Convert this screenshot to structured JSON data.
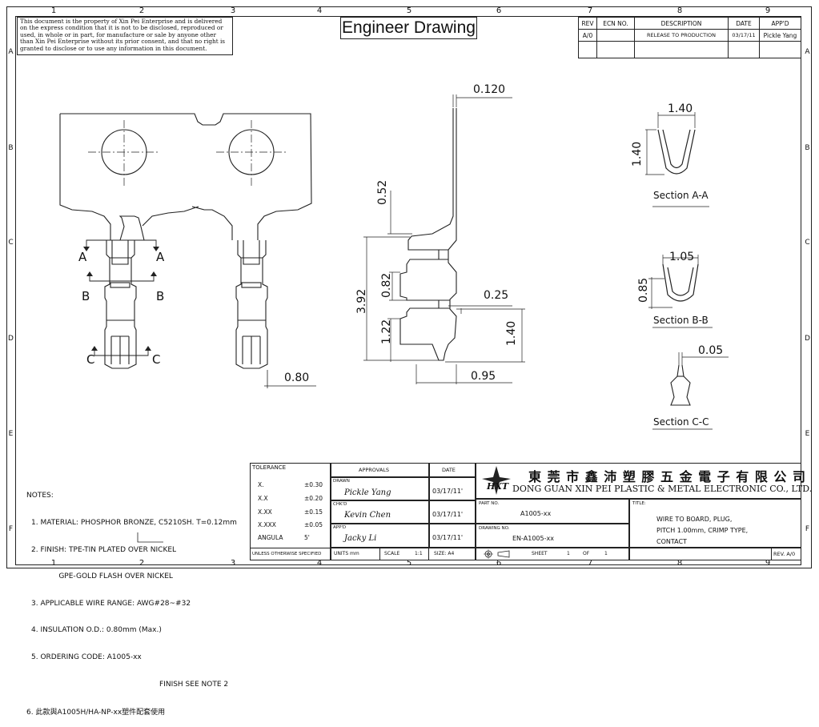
{
  "zones": {
    "columns": [
      "1",
      "2",
      "3",
      "4",
      "5",
      "6",
      "7",
      "8",
      "9"
    ],
    "rows": [
      "A",
      "B",
      "C",
      "D",
      "E",
      "F"
    ]
  },
  "notice_text": "This document is the property of Xin Pei Enterprise and is delivered on the express condition that it is not to be disclosed, reproduced or used, in whole or in part, for manufacture or sale by anyone other than Xin Pei Enterprise without its prior consent, and that no right is granted to disclose or to use any information in this document.",
  "header_title": "Engineer Drawing",
  "revision_table": {
    "headers": [
      "REV",
      "ECN NO.",
      "DESCRIPTION",
      "DATE",
      "APP'D"
    ],
    "rows": [
      [
        "A/0",
        "",
        "RELEASE TO PRODUCTION",
        "03/17/11",
        "Pickle Yang"
      ]
    ]
  },
  "dimensions": {
    "top_thickness": "0.120",
    "side_052": "0.52",
    "side_392": "3.92",
    "side_082": "0.82",
    "side_025": "0.25",
    "side_122": "1.22",
    "side_140": "1.40",
    "side_095": "0.95",
    "front_080": "0.80",
    "sec_a_w": "1.40",
    "sec_a_h": "1.40",
    "sec_b_w": "1.05",
    "sec_b_h": "0.85",
    "sec_c": "0.05"
  },
  "section_marks": {
    "a": "A",
    "b": "B",
    "c": "C"
  },
  "section_titles": {
    "a": "Section A-A",
    "b": "Section B-B",
    "c": "Section C-C"
  },
  "notes": {
    "heading": "NOTES:",
    "lines": [
      "1. MATERIAL: PHOSPHOR BRONZE, C5210SH. T=0.12mm",
      "2. FINISH: TPE-TIN PLATED OVER NICKEL",
      "            GPE-GOLD FLASH OVER NICKEL",
      "3. APPLICABLE WIRE RANGE: AWG#28~#32",
      "4. INSULATION O.D.: 0.80mm (Max.)",
      "5. ORDERING CODE: A1005-xx"
    ],
    "finish_note": "FINISH SEE NOTE 2",
    "line6": "6. 此款與A1005H/HA-NP-xx塑件配套使用"
  },
  "tolerance": {
    "heading": "TOLERANCE",
    "rows": [
      [
        "X.",
        "±0.30"
      ],
      [
        "X.X",
        "±0.20"
      ],
      [
        "X.XX",
        "±0.15"
      ],
      [
        "X.XXX",
        "±0.05"
      ],
      [
        "ANGULA",
        "5'"
      ]
    ],
    "footer": "UNLESS OTHERWISE SPECIFIED"
  },
  "approvals": {
    "heading": "APPROVALS",
    "date_heading": "DATE",
    "rows": [
      {
        "role": "DRAWN",
        "name": "Pickle Yang",
        "date": "03/17/11'"
      },
      {
        "role": "CHK'D",
        "name": "Kevin Chen",
        "date": "03/17/11'"
      },
      {
        "role": "APP'D",
        "name": "Jacky Li",
        "date": "03/17/11'"
      }
    ]
  },
  "units": {
    "units_label": "UNITS mm",
    "scale_label": "SCALE",
    "scale_value": "1:1",
    "size_label": "SIZE: A4"
  },
  "company": {
    "logo_text": "HXT",
    "name_cn": "東 莞 市 鑫 沛 塑 膠 五 金 電 子 有 限 公 司",
    "name_en": "DONG GUAN XIN PEI PLASTIC & METAL ELECTRONIC CO., LTD."
  },
  "part": {
    "label": "PART NO.",
    "value": "A1005-xx"
  },
  "drawing_no": {
    "label": "DRAWING NO.",
    "value": "EN-A1005-xx"
  },
  "sheet": {
    "label": "SHEET",
    "value": "1",
    "of_label": "OF",
    "of_value": "1"
  },
  "title_block": {
    "label": "TITLE:",
    "lines": [
      "WIRE TO BOARD, PLUG,",
      "PITCH 1.00mm, CRIMP TYPE,",
      "CONTACT"
    ]
  },
  "rev": "REV. A/0"
}
